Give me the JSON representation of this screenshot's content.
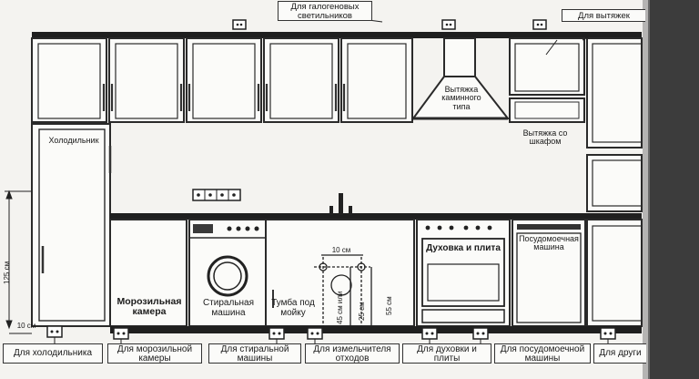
{
  "top_labels": {
    "halogen": "Для галогеновых светильников",
    "hood": "Для вытяжек"
  },
  "appliances": {
    "fridge": "Холодильник",
    "fireplace_hood": "Вытяжка каминного типа",
    "cabinet_hood": "Вытяжка со шкафом",
    "freezer": "Морозильная камера",
    "washer": "Стиральная машина",
    "sink_cabinet": "Тумба под мойку",
    "oven": "Духовка и плита",
    "dishwasher": "Посудомоечная машина"
  },
  "dimensions": {
    "height_125": "125 см",
    "offset_10": "10 см",
    "spacing_10": "10 см",
    "height_45": "45 см или",
    "height_25": "25 см",
    "height_55": "55 см"
  },
  "bottom_labels": [
    "Для холодильника",
    "Для морозильной камеры",
    "Для стиральной машины",
    "Для измельчителя отходов",
    "Для духовки и плиты",
    "Для посудомоечной машины",
    "Для други"
  ],
  "colors": {
    "line": "#2a2a2a",
    "counter": "#1f1f1f",
    "wall": "#f4f3f0",
    "cabinet": "#fbfbf9",
    "edge_dark": "#3a3a3a"
  },
  "icons": {
    "socket": "socket-icon",
    "faucet": "faucet-icon",
    "burner": "burner-icon",
    "arrow": "pointer-arrow-icon"
  }
}
